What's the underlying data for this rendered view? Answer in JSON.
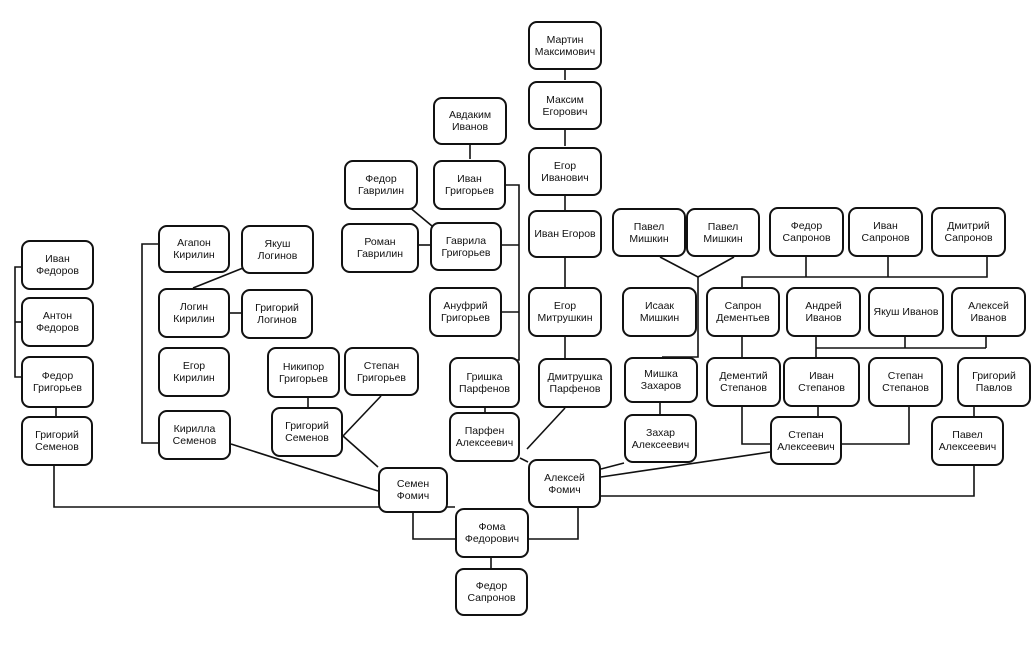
{
  "nodes": [
    {
      "id": "martin",
      "label": "Мартин\nМаксимович"
    },
    {
      "id": "maksim",
      "label": "Максим\nЕгорович"
    },
    {
      "id": "egor_ivanovich",
      "label": "Егор Иванович"
    },
    {
      "id": "ivan_egorov",
      "label": "Иван Егоров"
    },
    {
      "id": "egor_mitrushkin",
      "label": "Егор\nМитрушкин"
    },
    {
      "id": "dmitrushka",
      "label": "Дмитрушка\nПарфенов"
    },
    {
      "id": "avdakim",
      "label": "Авдаким\nИванов"
    },
    {
      "id": "ivan_grigoriev",
      "label": "Иван\nГригорьев"
    },
    {
      "id": "fedor_gavrilin",
      "label": "Федор\nГаврилин"
    },
    {
      "id": "roman_gavrilin",
      "label": "Роман\nГаврилин"
    },
    {
      "id": "gavrila",
      "label": "Гаврила\nГригорьев"
    },
    {
      "id": "anufriy",
      "label": "Ануфрий\nГригорьев"
    },
    {
      "id": "grishka",
      "label": "Гришка\nПарфенов"
    },
    {
      "id": "parfen",
      "label": "Парфен\nАлексеевич"
    },
    {
      "id": "ivan_fedorov",
      "label": "Иван Федоров"
    },
    {
      "id": "anton_fedorov",
      "label": "Антон Федоров"
    },
    {
      "id": "fedor_grigoriev",
      "label": "Федор\nГригорьев"
    },
    {
      "id": "grigoriy_semenov_l",
      "label": "Григорий\nСеменов"
    },
    {
      "id": "agapon",
      "label": "Агапон\nКирилин"
    },
    {
      "id": "yakush_loginov",
      "label": "Якуш Логинов"
    },
    {
      "id": "login_kirilin",
      "label": "Логин Кирилин"
    },
    {
      "id": "grigoriy_loginov",
      "label": "Григорий\nЛогинов"
    },
    {
      "id": "egor_kirilin",
      "label": "Егор Кирилин"
    },
    {
      "id": "kirilla_semenov",
      "label": "Кирилла\nСеменов"
    },
    {
      "id": "nikipor",
      "label": "Никипор\nГригорьев"
    },
    {
      "id": "stepan_grigoriev",
      "label": "Степан\nГригорьев"
    },
    {
      "id": "grigoriy_semenov_m",
      "label": "Григорий\nСеменов"
    },
    {
      "id": "semen_fomich",
      "label": "Семен Фомич"
    },
    {
      "id": "foma",
      "label": "Фома\nФедорович"
    },
    {
      "id": "fedor_sapronov_bottom",
      "label": "Федор\nСапронов"
    },
    {
      "id": "pavel_mishkin_1",
      "label": "Павел Мишкин"
    },
    {
      "id": "pavel_mishkin_2",
      "label": "Павел Мишкин"
    },
    {
      "id": "isaak_mishkin",
      "label": "Исаак Мишкин"
    },
    {
      "id": "mishka_zakharov",
      "label": "Мишка\nЗахаров"
    },
    {
      "id": "zakhar",
      "label": "Захар\nАлексеевич"
    },
    {
      "id": "aleksey_fomich",
      "label": "Алексей\nФомич"
    },
    {
      "id": "fedor_sapronov_top",
      "label": "Федор\nСапронов"
    },
    {
      "id": "ivan_sapronov",
      "label": "Иван\nСапронов"
    },
    {
      "id": "dmitriy_sapronov",
      "label": "Дмитрий\nСапронов"
    },
    {
      "id": "sapron",
      "label": "Сапрон\nДементьев"
    },
    {
      "id": "andrey_ivanov",
      "label": "Андрей\nИванов"
    },
    {
      "id": "yakush_ivanov",
      "label": "Якуш Иванов"
    },
    {
      "id": "aleksey_ivanov",
      "label": "Алексей\nИванов"
    },
    {
      "id": "dementiy",
      "label": "Дементий\nСтепанов"
    },
    {
      "id": "ivan_stepanov",
      "label": "Иван Степанов"
    },
    {
      "id": "stepan_stepanov",
      "label": "Степан\nСтепанов"
    },
    {
      "id": "grigoriy_pavlov",
      "label": "Григорий\nПавлов"
    },
    {
      "id": "stepan_alekseevich",
      "label": "Степан\nАлексеевич"
    },
    {
      "id": "pavel_alekseevich",
      "label": "Павел\nАлексеевич"
    }
  ]
}
